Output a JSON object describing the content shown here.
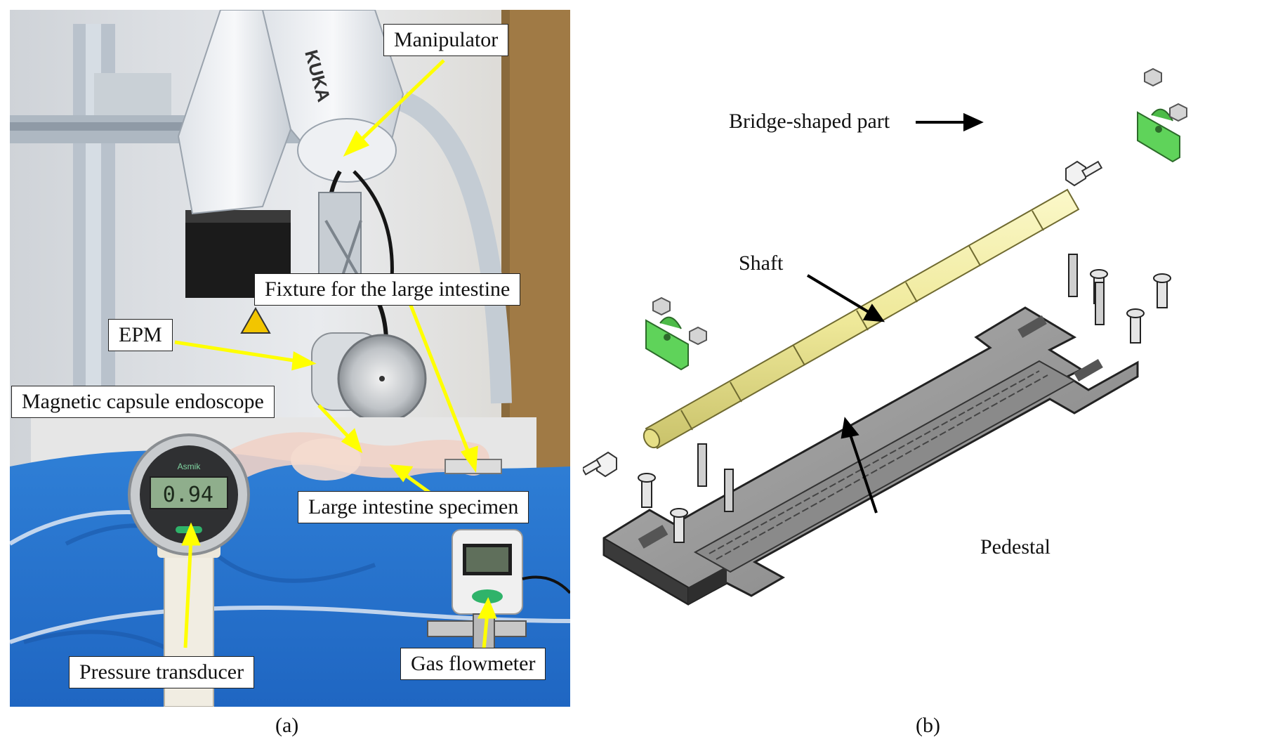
{
  "panel_a": {
    "labels": {
      "manipulator": "Manipulator",
      "fixture": "Fixture for the large intestine",
      "epm": "EPM",
      "capsule": "Magnetic capsule endoscope",
      "specimen": "Large intestine specimen",
      "pressure": "Pressure transducer",
      "flowmeter": "Gas flowmeter"
    },
    "gauge_reading": "0.94",
    "gauge_brand": "Asmik",
    "robot_brand": "KUKA",
    "caption": "(a)"
  },
  "panel_b": {
    "labels": {
      "bridge": "Bridge-shaped part",
      "shaft": "Shaft",
      "pedestal": "Pedestal"
    },
    "caption": "(b)"
  },
  "colors": {
    "arrow_yellow": "#ffff00",
    "shaft_yellow": "#f3f0a0",
    "part_green": "#5fd35a",
    "drape_blue": "#3a8fe0"
  }
}
